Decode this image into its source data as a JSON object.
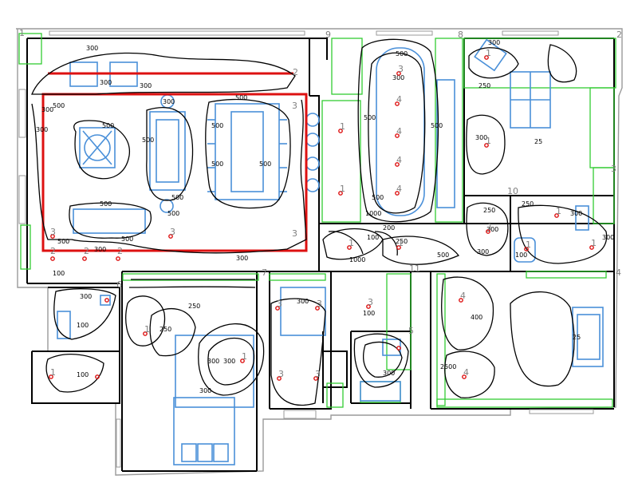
{
  "colors": {
    "background": "#ffffff",
    "wall": "#000000",
    "outline": "#9a9a9a",
    "furniture": "#4a90d9",
    "cabinet": "#33cc33",
    "highlight": "#dd1111",
    "contour": "#000000",
    "label": "#808080"
  },
  "room_numbers": [
    "1",
    "2",
    "2",
    "3",
    "3",
    "4",
    "5",
    "6",
    "7",
    "8",
    "9",
    "10",
    "11"
  ],
  "contour_levels": [
    "300",
    "500",
    "300",
    "500",
    "300",
    "300",
    "500",
    "500",
    "500",
    "500",
    "500",
    "500",
    "500",
    "500",
    "300",
    "100",
    "500",
    "300",
    "300",
    "500",
    "300",
    "500",
    "500",
    "300",
    "250",
    "300",
    "300",
    "250",
    "300",
    "300",
    "250",
    "300",
    "300",
    "100",
    "200",
    "100",
    "250",
    "1000",
    "500",
    "500",
    "300",
    "100",
    "250",
    "400",
    "100",
    "100",
    "250",
    "300",
    "300",
    "300",
    "300",
    "300",
    "25",
    "25",
    "1000",
    "2500",
    "500"
  ],
  "measurement_points": [
    "1",
    "1",
    "1",
    "1",
    "1",
    "1",
    "1",
    "1",
    "1",
    "1",
    "1",
    "1",
    "1",
    "2",
    "2",
    "2",
    "3",
    "3",
    "3",
    "3",
    "3",
    "3",
    "3",
    "3",
    "4",
    "4",
    "4",
    "4",
    "4",
    "4",
    "3"
  ]
}
